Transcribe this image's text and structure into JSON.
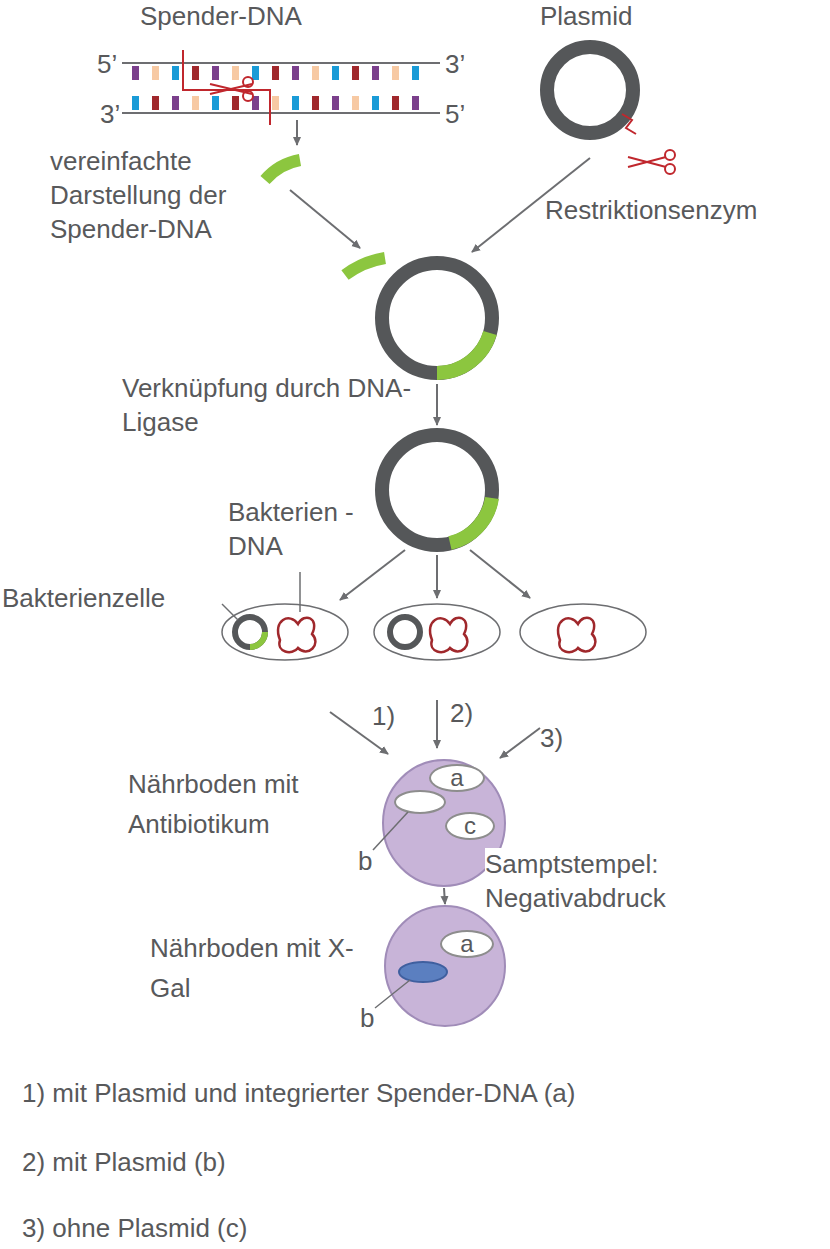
{
  "diagram": {
    "nodes": [
      {
        "text": [
          "Nährboden mit Antibiotikum"
        ]
      },
      {
        "text": [
          "a"
        ],
        "in": 0
      },
      {
        "text": [
          "c"
        ],
        "in": 0
      },
      {
        "text": [
          "Nährboden mit X-Gal"
        ]
      },
      {
        "text": [
          "a"
        ],
        "in": 3
      }
    ],
    "edges": [
      {
        "from": 0,
        "to": 3,
        "arrow": "to",
        "label": "Samptstempel: Negativabdruck"
      }
    ],
    "labels": [
      "Spender-DNA",
      "Plasmid",
      "5’",
      "3’",
      "3’",
      "5’",
      "vereinfachte Darstellung der Spender-DNA",
      "Restriktionsenzym",
      "Verknüpfung durch DNA-Ligase",
      "Bakterien -DNA",
      "Bakterienzelle",
      "1)",
      "2)",
      "3)",
      "b",
      "b",
      "1) mit Plasmid und integrierter Spender-DNA (a)",
      "2) mit Plasmid (b)",
      "3) ohne Plasmid (c)"
    ]
  }
}
